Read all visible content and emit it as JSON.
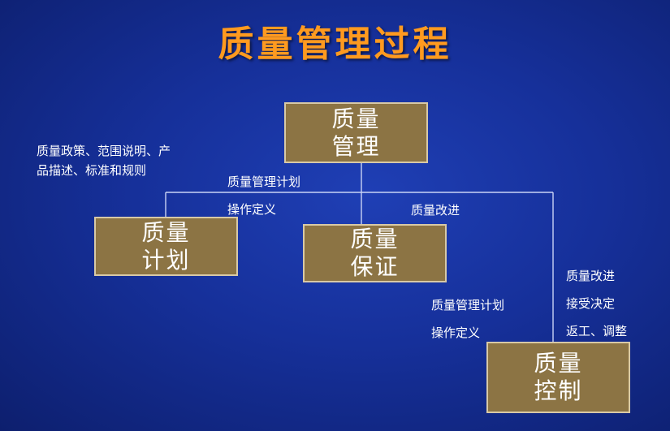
{
  "title": "质量管理过程",
  "boxes": {
    "management": {
      "line1": "质量",
      "line2": "管理"
    },
    "planning": {
      "line1": "质量",
      "line2": "计划"
    },
    "assurance": {
      "line1": "质量",
      "line2": "保证"
    },
    "control": {
      "line1": "质量",
      "line2": "控制"
    }
  },
  "notes": {
    "inputs": {
      "line1": "质量政策、范围说明、产",
      "line2": "品描述、标准和规则"
    },
    "plan_output": {
      "line1": "质量管理计划",
      "line2": "操作定义"
    },
    "improvement": "质量改进",
    "assurance_output": {
      "line1": "质量管理计划",
      "line2": "操作定义"
    },
    "control_output": {
      "line1": "质量改进",
      "line2": "接受决定",
      "line3": "返工、调整"
    }
  },
  "colors": {
    "background": "#16309a",
    "title": "#ff9a1f",
    "box_fill": "#8c7444",
    "box_border": "#d8c9a6",
    "connector": "#c9d3f5"
  }
}
